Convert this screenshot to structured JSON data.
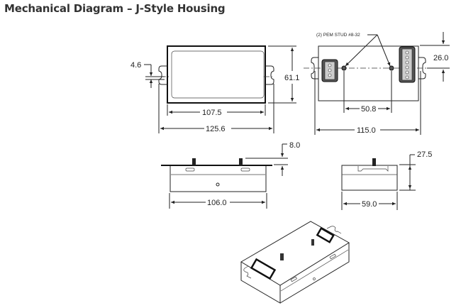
{
  "header": {
    "title": "Mechanical Diagram – J-Style Housing"
  },
  "top_view": {
    "tab_hole": "4.6",
    "height": "61.1",
    "body_width": "107.5",
    "overall_width": "125.6"
  },
  "bottom_view": {
    "stud_note": "(2) PEM STUD #8-32",
    "stud_offset": "26.0",
    "stud_spacing": "50.8",
    "overall_width": "115.0"
  },
  "side_view": {
    "stud_height": "8.0",
    "length": "106.0"
  },
  "end_view": {
    "height": "27.5",
    "width": "59.0"
  }
}
